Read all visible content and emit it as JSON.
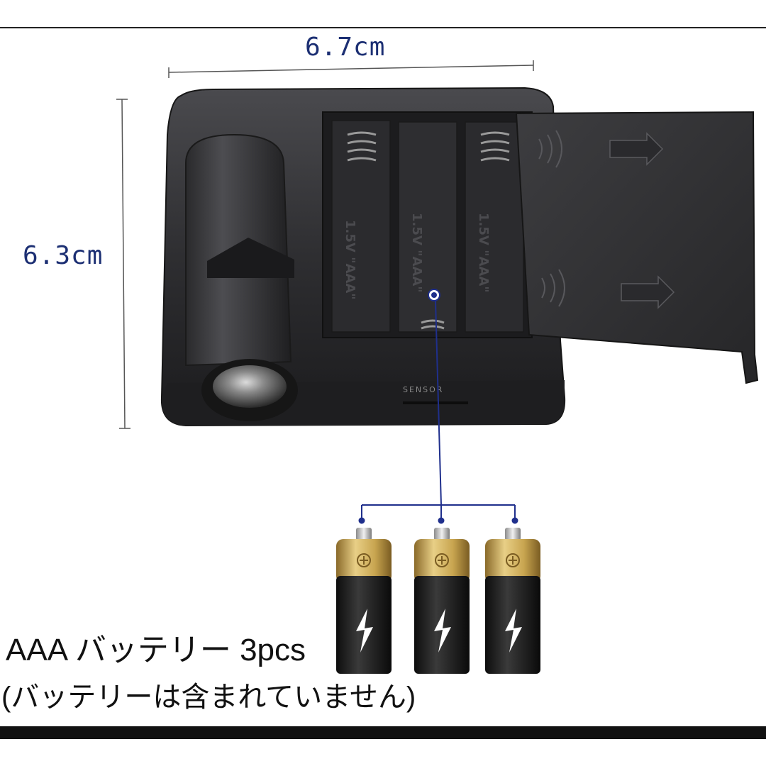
{
  "dimensions": {
    "width_label": "6.7cm",
    "height_label": "6.3cm"
  },
  "device": {
    "sensor_label": "SENSOR",
    "cell_voltage_label": "1.5V \"AAA\""
  },
  "captions": {
    "battery_type": "AAA バッテリー  3pcs",
    "not_included": "(バッテリーは含まれていません)"
  },
  "batteries": {
    "count": 3
  },
  "colors": {
    "dimension_text": "#1c2f73",
    "connector_line": "#1f2f8c",
    "device_body": "#2e2e31",
    "battery_gold": "#c8a550",
    "battery_black": "#1d1d1d"
  }
}
